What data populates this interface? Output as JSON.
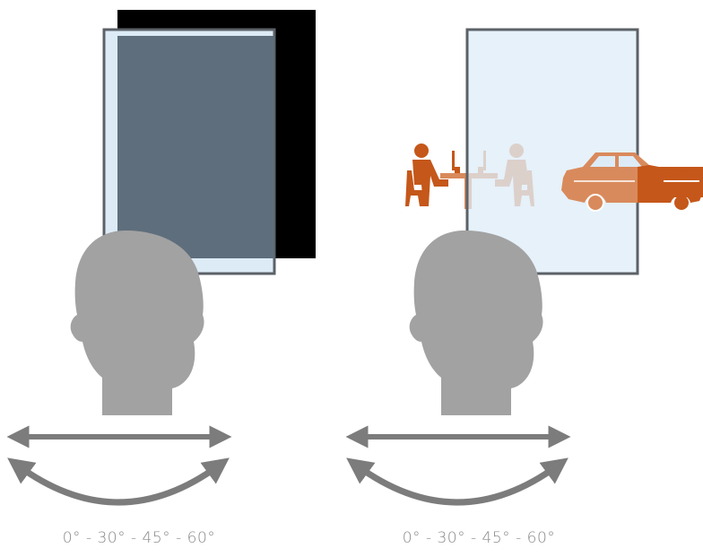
{
  "colors": {
    "screen_dark": "#000000",
    "screen_tint": "#5e6e7c",
    "screen_clear": "#dcebf6",
    "frame": "#5c6168",
    "head": "#a2a2a2",
    "arrow": "#7c7c7c",
    "icon_orange": "#c5571a",
    "icon_orange_light": "#d98a5c",
    "label": "#8a8a8a"
  },
  "icons": [
    "head-icon",
    "double-arrow-icon",
    "curved-arrow-icon",
    "meeting-icon",
    "car-icon"
  ],
  "panels": [
    {
      "id": "privacy-on",
      "state": "opaque",
      "angle_label": "0° - 30° - 45° - 60°"
    },
    {
      "id": "privacy-off",
      "state": "transparent",
      "angle_label": "0° - 30° - 45° - 60°"
    }
  ]
}
